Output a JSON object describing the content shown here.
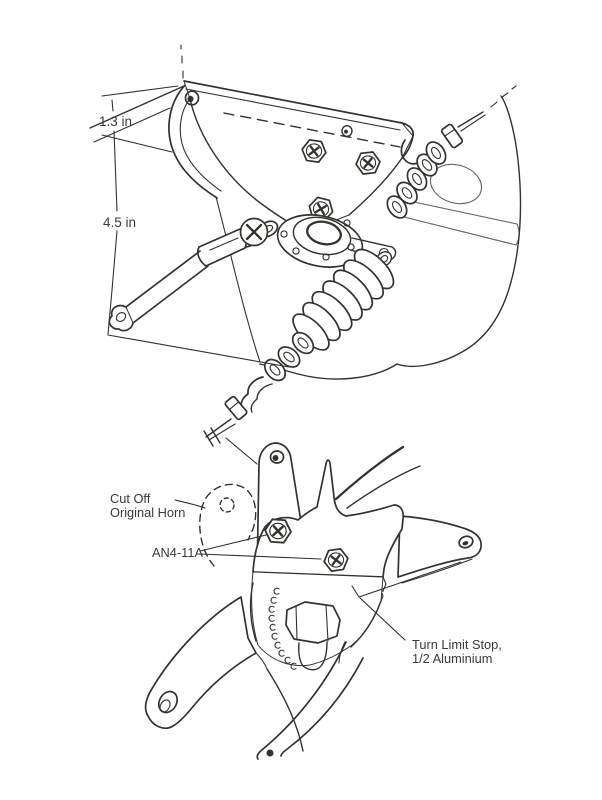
{
  "colors": {
    "ink": "#34322e",
    "paper": "#ffffff",
    "label_text": "#3a3a36"
  },
  "upper_drawing": {
    "dim_small": "1.3 in",
    "dim_large": "4.5 in"
  },
  "lower_drawing": {
    "cutoff_line1": "Cut Off",
    "cutoff_line2": "Original Horn",
    "bolt_callout": "AN4-11A",
    "turn_limit_line1": "Turn Limit Stop,",
    "turn_limit_line2": "1/2 Aluminium"
  }
}
